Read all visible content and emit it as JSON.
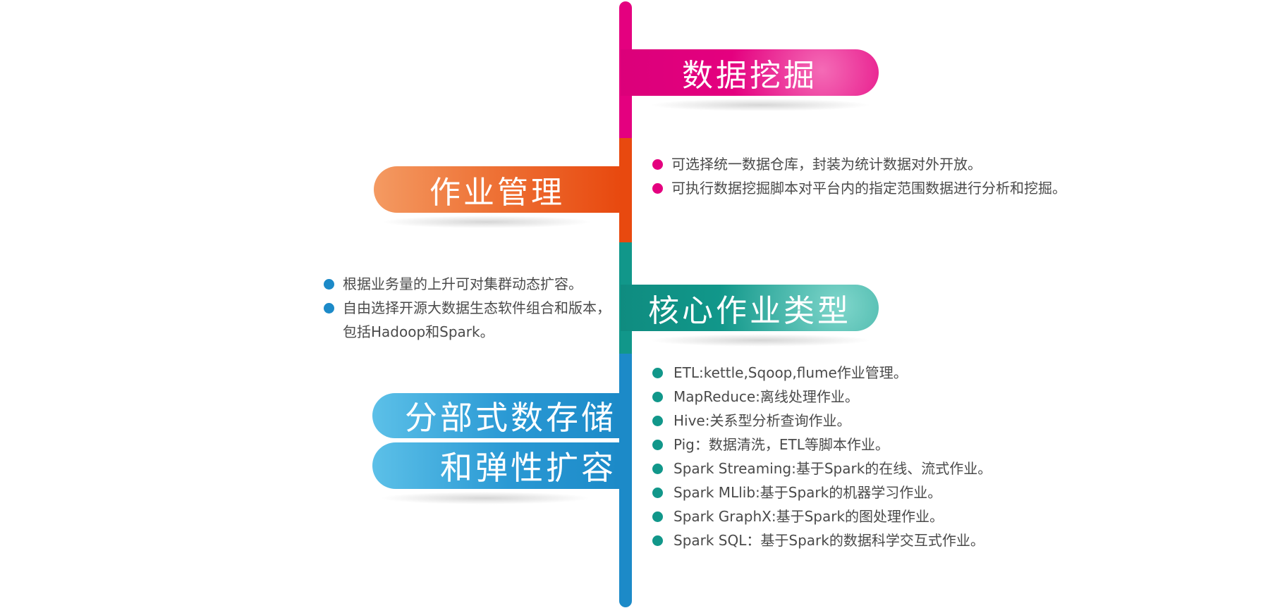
{
  "colors": {
    "mining": "#e4007f",
    "jobs": "#e8490f",
    "types": "#11978a",
    "storage": "#1c8ac8"
  },
  "tabs": {
    "mining": "数据挖掘",
    "jobs": "作业管理",
    "types": "核心作业类型",
    "storage_line1": "分部式数存储",
    "storage_line2": "和弹性扩容"
  },
  "mining_points": [
    "可选择统一数据仓库，封装为统计数据对外开放。",
    "可执行数据挖掘脚本对平台内的指定范围数据进行分析和挖掘。"
  ],
  "scaling_points": [
    "根据业务量的上升可对集群动态扩容。",
    "自由选择开源大数据生态软件组合和版本，包括Hadoop和Spark。"
  ],
  "job_types": [
    "ETL:kettle,Sqoop,flume作业管理。",
    "MapReduce:离线处理作业。",
    "Hive:关系型分析查询作业。",
    "Pig：数据清洗，ETL等脚本作业。",
    "Spark Streaming:基于Spark的在线、流式作业。",
    "Spark MLlib:基于Spark的机器学习作业。",
    "Spark GraphX:基于Spark的图处理作业。",
    "Spark SQL：基于Spark的数据科学交互式作业。"
  ]
}
